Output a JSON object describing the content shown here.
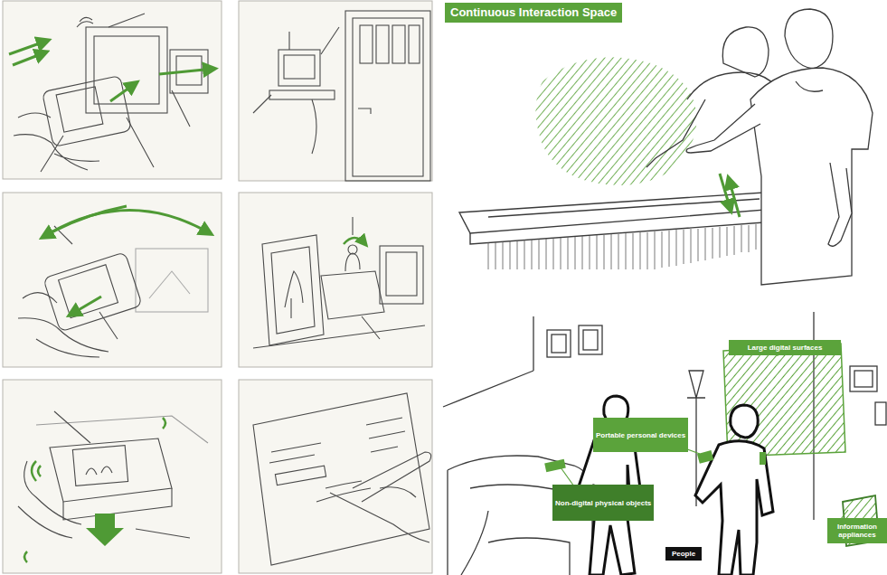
{
  "diagram": {
    "title": "Continuous Interaction Space",
    "nodes": [
      {
        "text": [
          "Large digital surfaces"
        ]
      },
      {
        "text": [
          "Portable personal devices"
        ]
      },
      {
        "text": [
          "Non-digital physical objects"
        ]
      },
      {
        "text": [
          "Information appliances"
        ]
      },
      {
        "text": [
          "People"
        ]
      }
    ]
  }
}
